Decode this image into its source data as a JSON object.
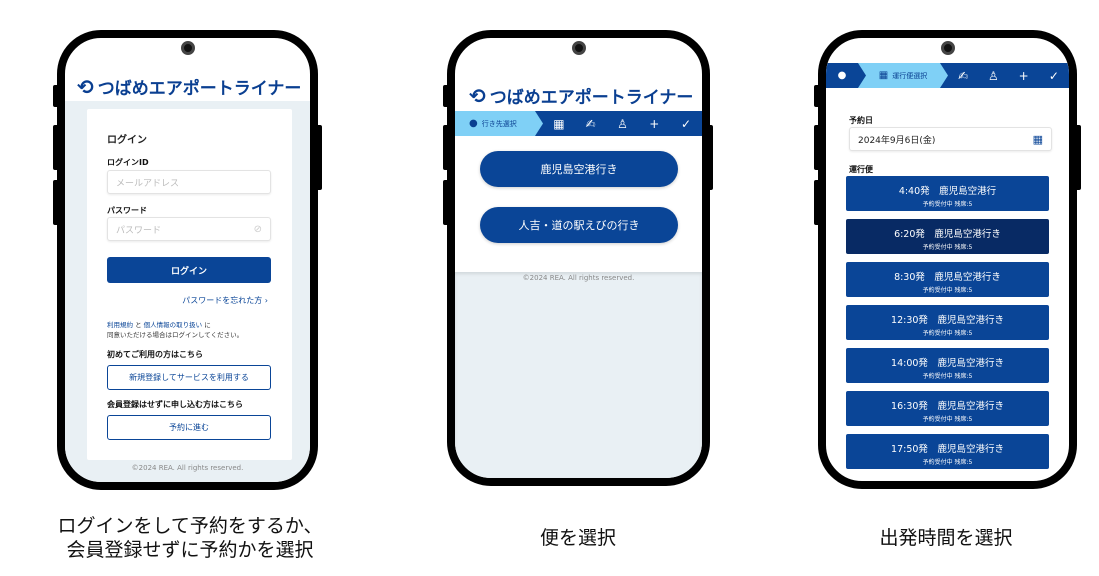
{
  "brand": "つばめエアポートライナー",
  "footer": "©2024 REA. All rights reserved.",
  "login": {
    "title": "ログイン",
    "id_label": "ログインID",
    "id_placeholder": "メールアドレス",
    "pw_label": "パスワード",
    "pw_placeholder": "パスワード",
    "login_button": "ログイン",
    "forgot": "パスワードを忘れた方",
    "terms_link": "利用規約",
    "and": " と ",
    "privacy_link": "個人情報の取り扱い",
    "ni": " に",
    "consent": "同意いただける場合はログインしてください。",
    "first_time": "初めてご利用の方はこちら",
    "register_button": "新規登録してサービスを利用する",
    "guest": "会員登録はせずに申し込む方はこちら",
    "guest_button": "予約に進む"
  },
  "destination": {
    "step_label": "行き先選択",
    "options": [
      "鹿児島空港行き",
      "人吉・道の駅えびの行き"
    ]
  },
  "schedule": {
    "step_label": "運行便選択",
    "date_label": "予約日",
    "date_value": "2024年9月6日(金)",
    "list_label": "運行便",
    "trips": [
      {
        "time": "4:40発",
        "dest": "鹿児島空港行",
        "status": "予約受付中 残席:5"
      },
      {
        "time": "6:20発",
        "dest": "鹿児島空港行き",
        "status": "予約受付中 残席:5"
      },
      {
        "time": "8:30発",
        "dest": "鹿児島空港行き",
        "status": "予約受付中 残席:5"
      },
      {
        "time": "12:30発",
        "dest": "鹿児島空港行き",
        "status": "予約受付中 残席:5"
      },
      {
        "time": "14:00発",
        "dest": "鹿児島空港行き",
        "status": "予約受付中 残席:5"
      },
      {
        "time": "16:30発",
        "dest": "鹿児島空港行き",
        "status": "予約受付中 残席:5"
      },
      {
        "time": "17:50発",
        "dest": "鹿児島空港行き",
        "status": "予約受付中 残席:5"
      }
    ]
  },
  "captions": [
    "ログインをして予約をするか、",
    "会員登録せずに予約かを選択",
    "便を選択",
    "出発時間を選択"
  ],
  "colors": {
    "primary": "#0a4597",
    "selected": "#082a64",
    "active_step": "#7fd0f6",
    "background": "#e9f0f4"
  }
}
